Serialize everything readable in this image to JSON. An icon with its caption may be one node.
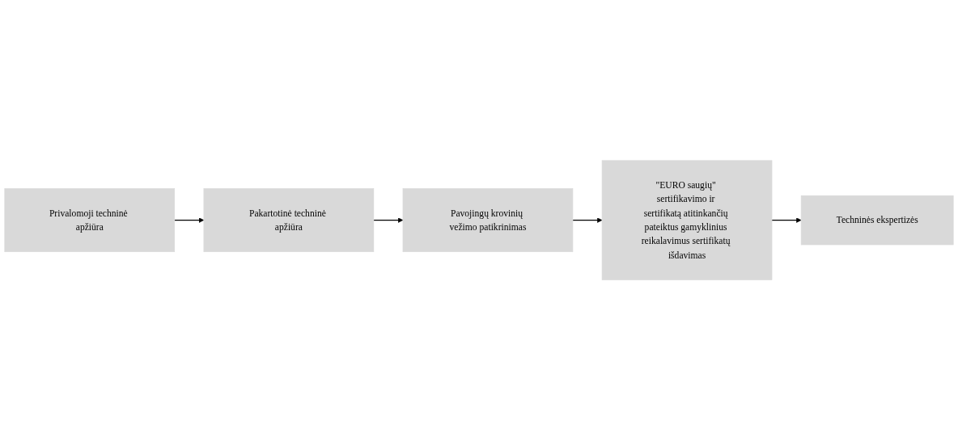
{
  "diagram": {
    "nodes": [
      {
        "text": [
          "Privalomoji techninė apžiūra"
        ]
      },
      {
        "text": [
          "Pakartotinė techninė apžiūra"
        ]
      },
      {
        "text": [
          "Pavojingų krovinių vežimo patikrinimas"
        ]
      },
      {
        "text": [
          "\"EURO saugių\" sertifikavimo ir sertifikatą atitinkančių pateiktus gamyklinius reikalavimus sertifikatų išdavimas"
        ]
      },
      {
        "text": [
          "Techninės ekspertizės"
        ]
      }
    ],
    "edges": [
      {
        "from": 0,
        "to": 1,
        "arrow": "to"
      },
      {
        "from": 1,
        "to": 2,
        "arrow": "to"
      },
      {
        "from": 2,
        "to": 3,
        "arrow": "to"
      },
      {
        "from": 3,
        "to": 4,
        "arrow": "to"
      }
    ]
  }
}
